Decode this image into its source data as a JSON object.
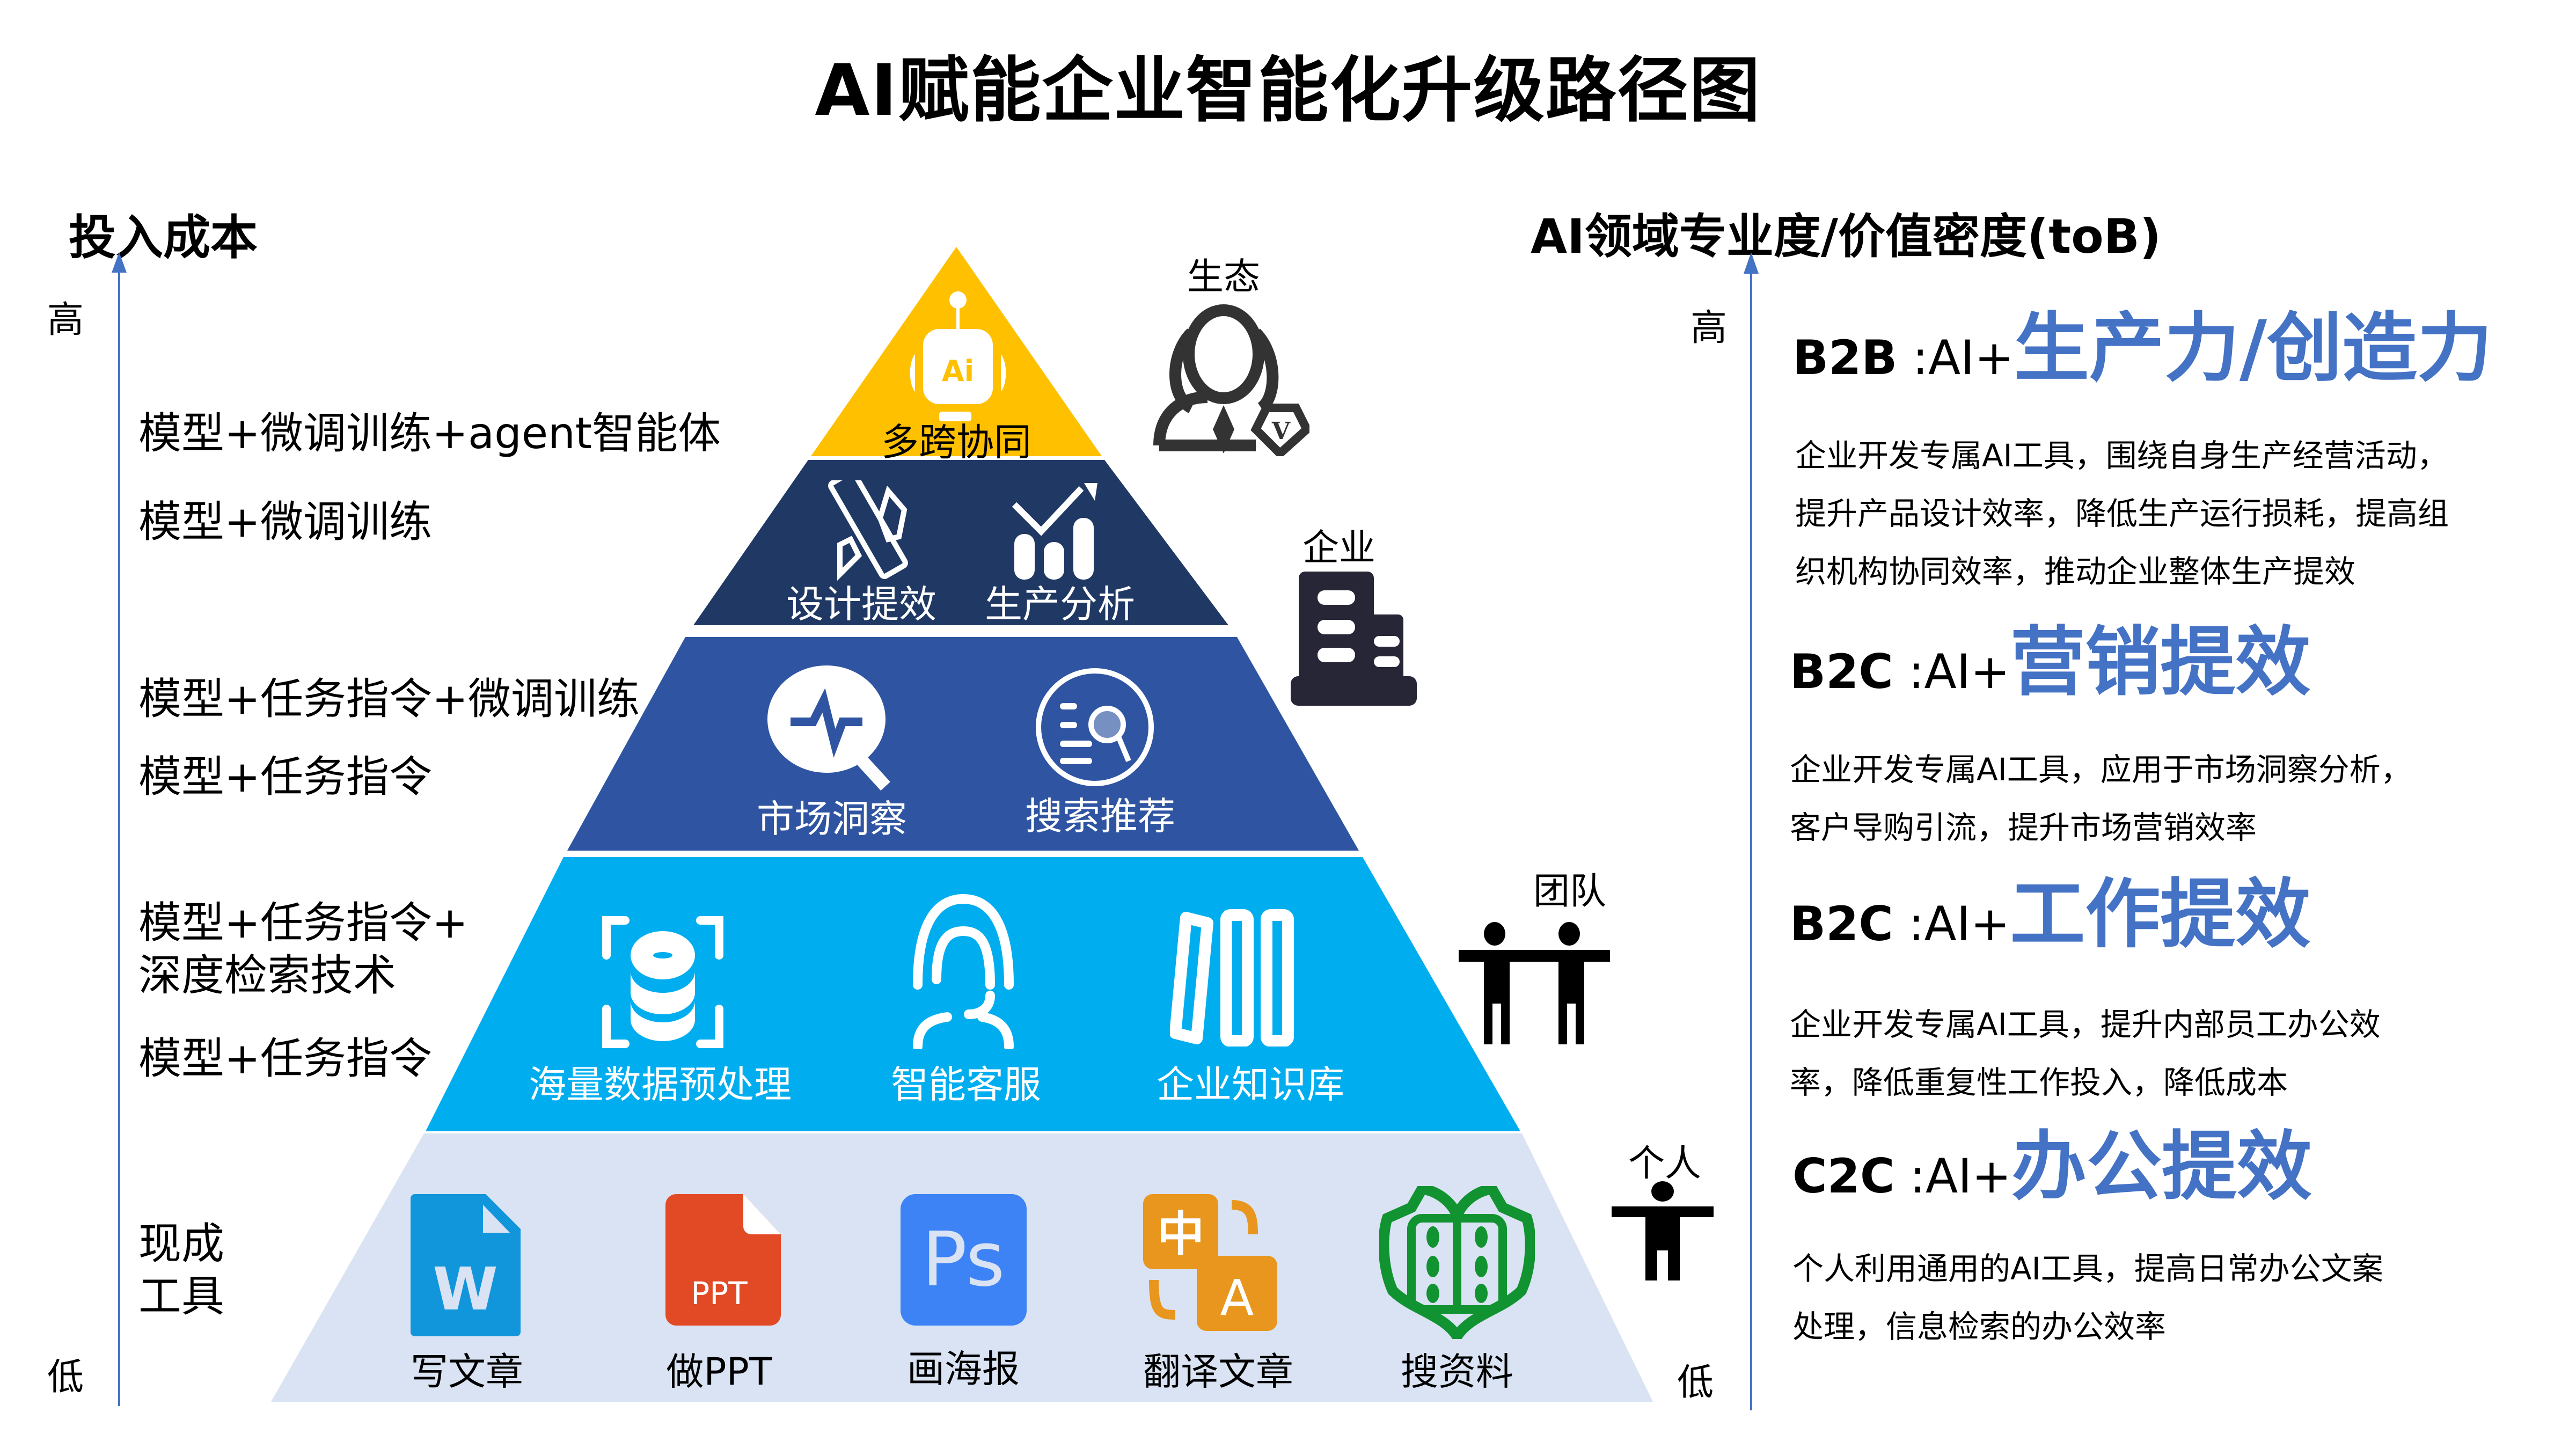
{
  "title": "AI赋能企业智能化升级路径图",
  "colors": {
    "axis": "#4472C4",
    "accent": "#4472C4",
    "tier1": "#FFC000",
    "tier2": "#203864",
    "tier3": "#2F55A2",
    "tier4": "#00AEEF",
    "tier5": "#DAE3F3",
    "icon_dark": "#262637"
  },
  "left_axis": {
    "title": "投入成本",
    "high": "高",
    "low": "低"
  },
  "right_axis": {
    "title": "AI领域专业度/价值密度(toB)",
    "high": "高",
    "low": "低"
  },
  "cost_labels": [
    "模型+微调训练+agent智能体",
    "模型+微调训练",
    "模型+任务指令+微调训练",
    "模型+任务指令",
    "模型+任务指令+",
    "深度检索技术",
    "模型+任务指令",
    "现成",
    "工具"
  ],
  "pyramid": {
    "tier1": {
      "items": [
        {
          "label": "多跨协同",
          "icon": "ai-robot-icon"
        }
      ]
    },
    "tier2": {
      "items": [
        {
          "label": "设计提效",
          "icon": "ruler-pencil-icon"
        },
        {
          "label": "生产分析",
          "icon": "bar-chart-trend-icon"
        }
      ]
    },
    "tier3": {
      "items": [
        {
          "label": "市场洞察",
          "icon": "pulse-magnifier-icon"
        },
        {
          "label": "搜索推荐",
          "icon": "search-list-icon"
        }
      ]
    },
    "tier4": {
      "items": [
        {
          "label": "海量数据预处理",
          "icon": "database-scan-icon"
        },
        {
          "label": "智能客服",
          "icon": "headset-agent-icon"
        },
        {
          "label": "企业知识库",
          "icon": "books-icon"
        }
      ]
    },
    "tier5": {
      "items": [
        {
          "label": "写文章",
          "icon": "word-doc-icon",
          "glyph": "W",
          "color": "#1296DB"
        },
        {
          "label": "做PPT",
          "icon": "ppt-doc-icon",
          "glyph": "PPT",
          "color": "#E24A26"
        },
        {
          "label": "画海报",
          "icon": "photoshop-icon",
          "glyph": "Ps",
          "color": "#3D83F5"
        },
        {
          "label": "翻译文章",
          "icon": "translate-icon",
          "glyph_a": "中",
          "glyph_b": "A",
          "color": "#E8961E"
        },
        {
          "label": "搜资料",
          "icon": "book-search-icon",
          "color": "#129331"
        }
      ]
    }
  },
  "scale_labels": {
    "ecosystem": "生态",
    "enterprise": "企业",
    "team": "团队",
    "individual": "个人"
  },
  "right_blocks": [
    {
      "code": "B2B",
      "ai": " :AI+",
      "headline": "生产力/创造力",
      "lines": [
        "企业开发专属AI工具，围绕自身生产经营活动，",
        "提升产品设计效率，降低生产运行损耗，提高组",
        "织机构协同效率，推动企业整体生产提效"
      ]
    },
    {
      "code": "B2C",
      "ai": " :AI+",
      "headline": "营销提效",
      "lines": [
        "企业开发专属AI工具，应用于市场洞察分析，",
        "客户导购引流，提升市场营销效率"
      ]
    },
    {
      "code": "B2C",
      "ai": " :AI+",
      "headline": "工作提效",
      "lines": [
        "企业开发专属AI工具，提升内部员工办公效",
        "率，降低重复性工作投入，降低成本"
      ]
    },
    {
      "code": "C2C",
      "ai": " :AI+",
      "headline": "办公提效",
      "lines": [
        "个人利用通用的AI工具，提高日常办公文案",
        "处理，信息检索的办公效率"
      ]
    }
  ]
}
